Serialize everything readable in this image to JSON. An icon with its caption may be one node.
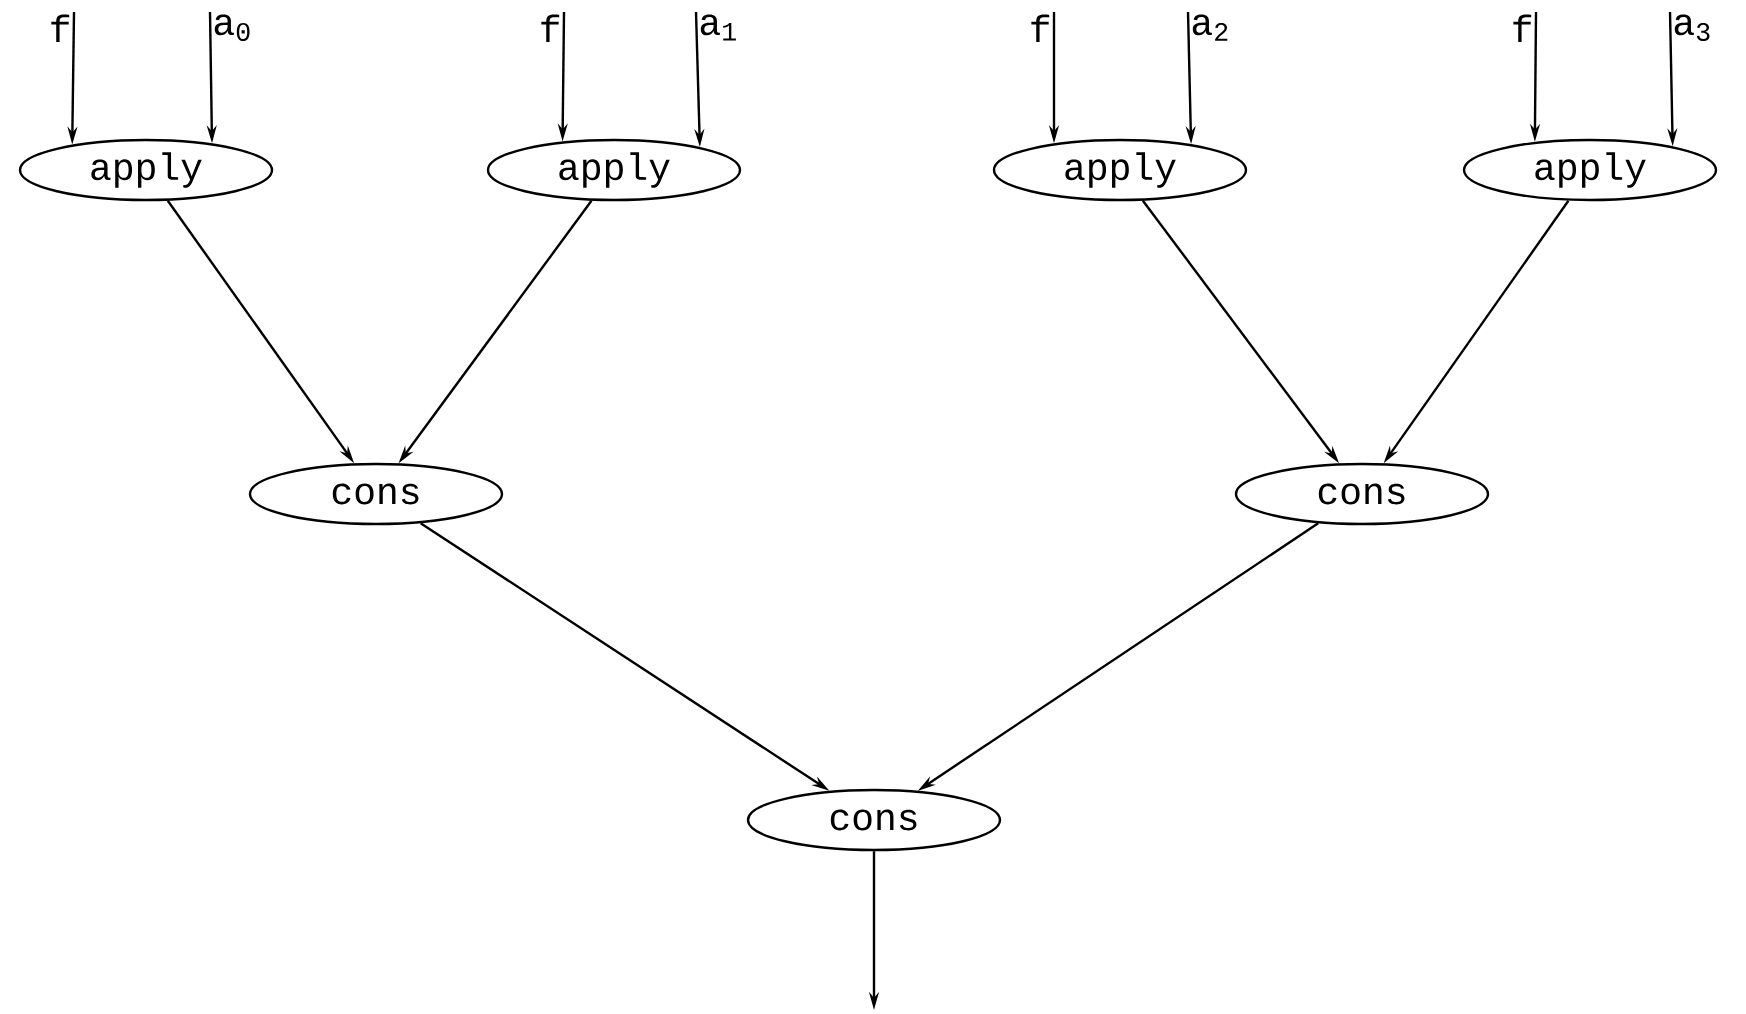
{
  "diagram": {
    "nodes": [
      {
        "text": [
          "f"
        ]
      },
      {
        "text": [
          "a$_{0}$"
        ]
      },
      {
        "text": [
          "f"
        ]
      },
      {
        "text": [
          "a$_{1}$"
        ]
      },
      {
        "text": [
          "f"
        ]
      },
      {
        "text": [
          "a$_{2}$"
        ]
      },
      {
        "text": [
          "f"
        ]
      },
      {
        "text": [
          "a$_{3}$"
        ]
      },
      {
        "text": [
          "apply"
        ]
      },
      {
        "text": [
          "apply"
        ]
      },
      {
        "text": [
          "apply"
        ]
      },
      {
        "text": [
          "apply"
        ]
      },
      {
        "text": [
          "cons"
        ]
      },
      {
        "text": [
          "cons"
        ]
      },
      {
        "text": [
          "cons"
        ]
      }
    ],
    "edges": [
      {
        "from": 0,
        "to": 8,
        "arrow": "to"
      },
      {
        "from": 1,
        "to": 8,
        "arrow": "to"
      },
      {
        "from": 2,
        "to": 9,
        "arrow": "to"
      },
      {
        "from": 3,
        "to": 9,
        "arrow": "to"
      },
      {
        "from": 4,
        "to": 10,
        "arrow": "to"
      },
      {
        "from": 5,
        "to": 10,
        "arrow": "to"
      },
      {
        "from": 6,
        "to": 11,
        "arrow": "to"
      },
      {
        "from": 7,
        "to": 11,
        "arrow": "to"
      },
      {
        "from": 8,
        "to": 12,
        "arrow": "to"
      },
      {
        "from": 9,
        "to": 12,
        "arrow": "to"
      },
      {
        "from": 10,
        "to": 13,
        "arrow": "to"
      },
      {
        "from": 11,
        "to": 13,
        "arrow": "to"
      },
      {
        "from": 12,
        "to": 14,
        "arrow": "to"
      },
      {
        "from": 13,
        "to": 14,
        "arrow": "to"
      },
      {
        "from": 14,
        "to": null,
        "arrow": "to"
      }
    ]
  }
}
